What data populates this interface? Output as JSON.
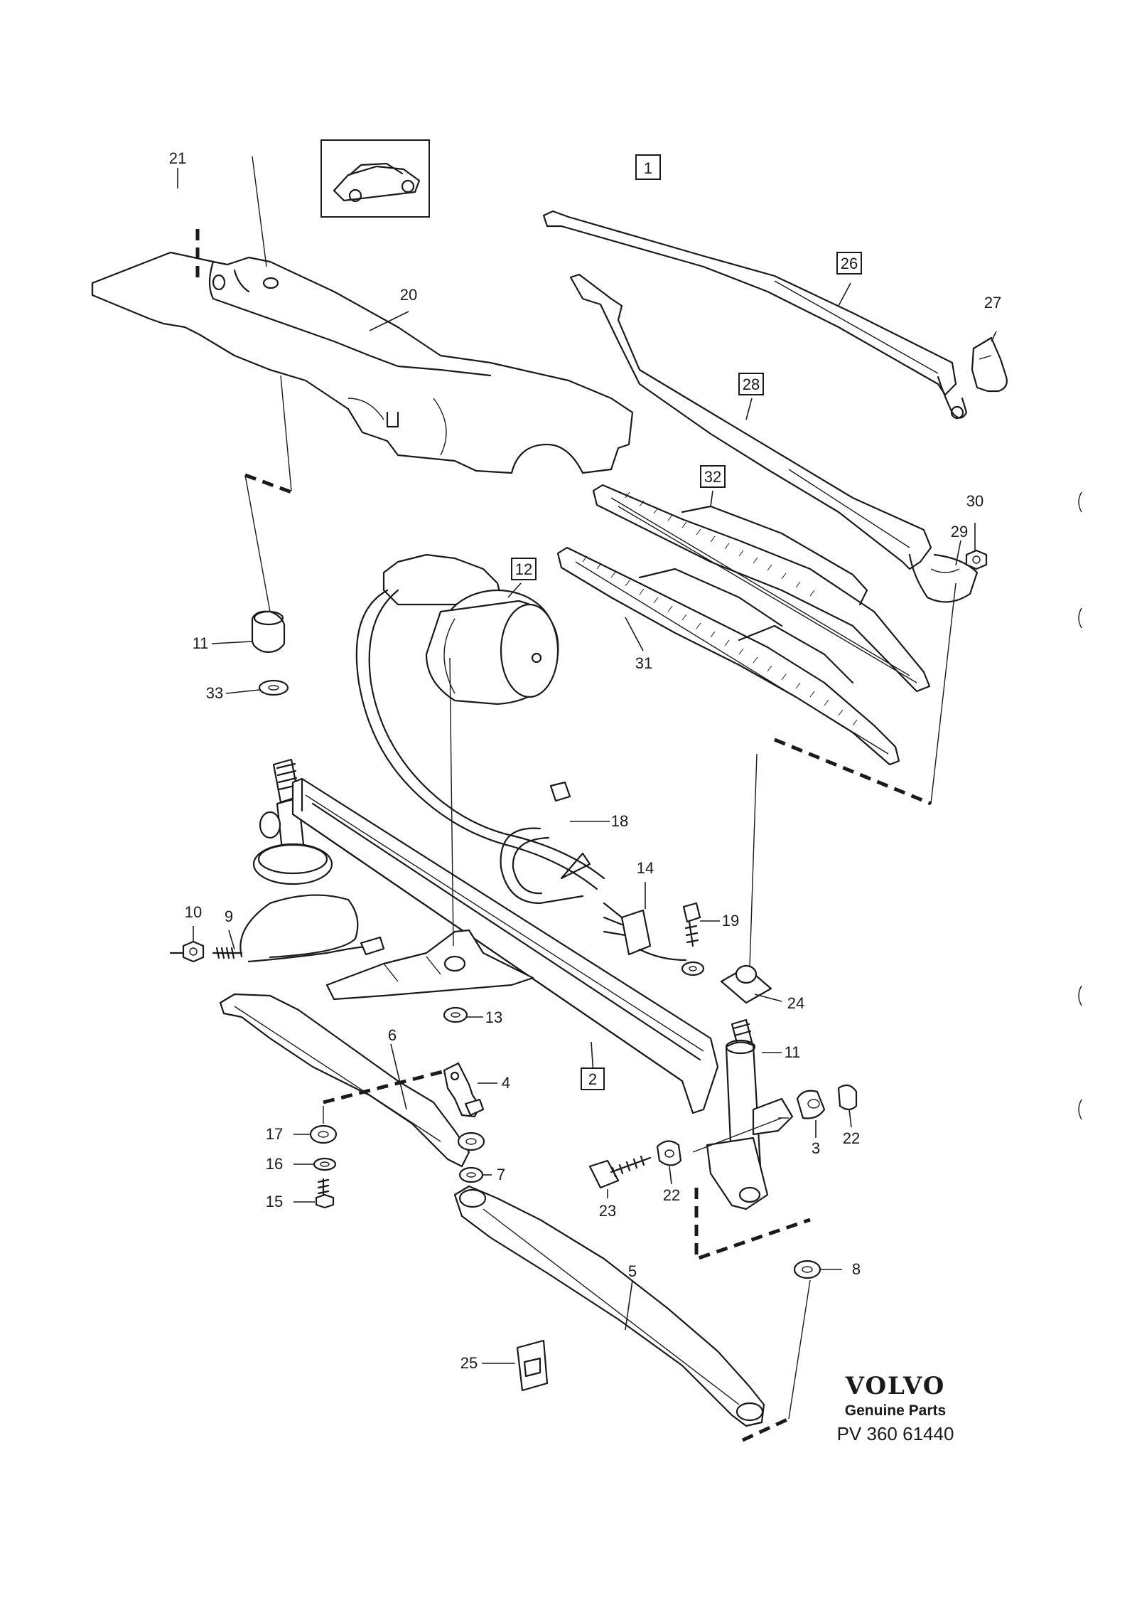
{
  "diagram_title_box": "1",
  "brand": {
    "name": "VOLVO",
    "subtitle": "Genuine Parts",
    "part_number": "PV 360 61440"
  },
  "callouts": {
    "c1": "21",
    "c20": "20",
    "c26": "26",
    "c27": "27",
    "c28": "28",
    "c32": "32",
    "c30": "30",
    "c29": "29",
    "c12": "12",
    "c11a": "11",
    "c33": "33",
    "c31": "31",
    "c18": "18",
    "c14": "14",
    "c19": "19",
    "c10": "10",
    "c9": "9",
    "c24": "24",
    "c13": "13",
    "c6": "6",
    "c4": "4",
    "c2": "2",
    "c11b": "11",
    "c3": "3",
    "c22a": "22",
    "c22b": "22",
    "c23": "23",
    "c17": "17",
    "c16": "16",
    "c15": "15",
    "c7": "7",
    "c8": "8",
    "c5": "5",
    "c25": "25"
  }
}
